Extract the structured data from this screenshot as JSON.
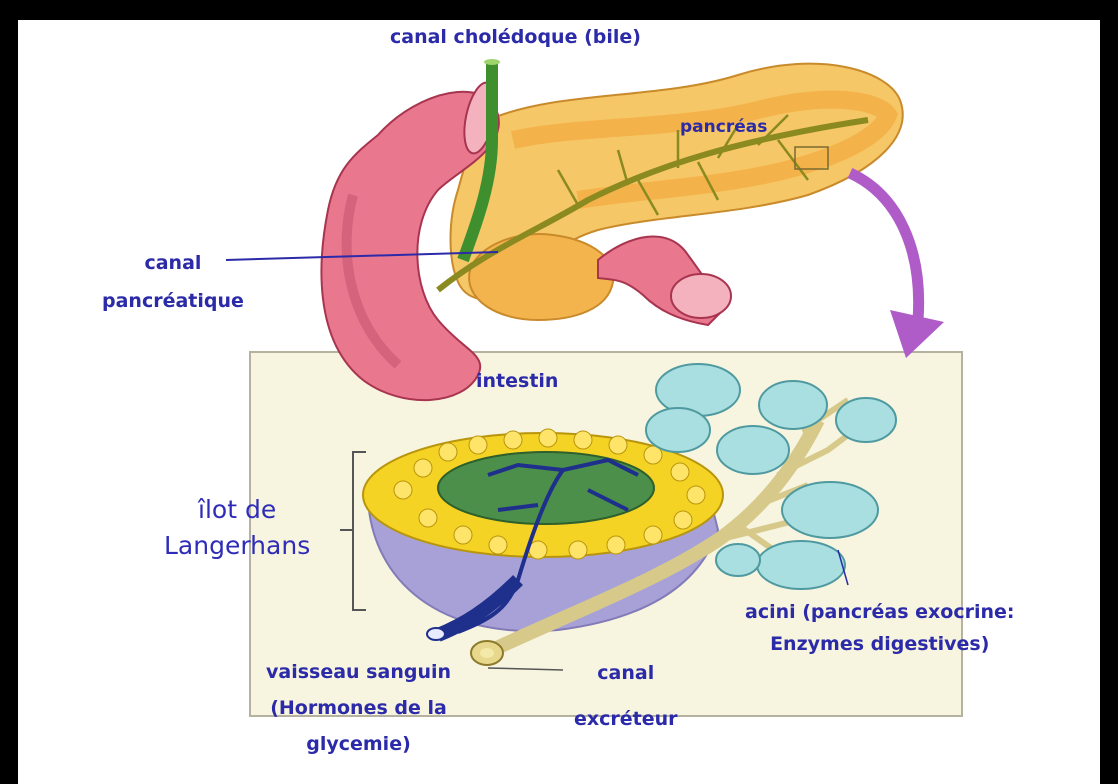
{
  "diagram": {
    "labels": {
      "bile_duct": "canal cholédoque (bile)",
      "pancreas": "pancréas",
      "pancreatic_duct": "canal\npancréatique",
      "intestine": "intestin",
      "islet": "îlot de\nLangerhans",
      "acini": "acini (pancréas exocrine:\nEnzymes digestives)",
      "blood_vessel": "vaisseau sanguin\n(Hormones de la\nglycemie)",
      "excretory_duct": "canal\nexcréteur"
    },
    "colors": {
      "label_text": "#2b2aa8",
      "frame_border": "#000000",
      "inset_background": "#f7f4df",
      "intestine": "#e9788f",
      "pancreas": "#f6c766",
      "islet_cells": "#f4d324",
      "beta_cells": "#4b8f4a",
      "acini": "#a9dfe0",
      "arrow": "#b05cc8",
      "vessel": "#1f2f8c"
    }
  }
}
